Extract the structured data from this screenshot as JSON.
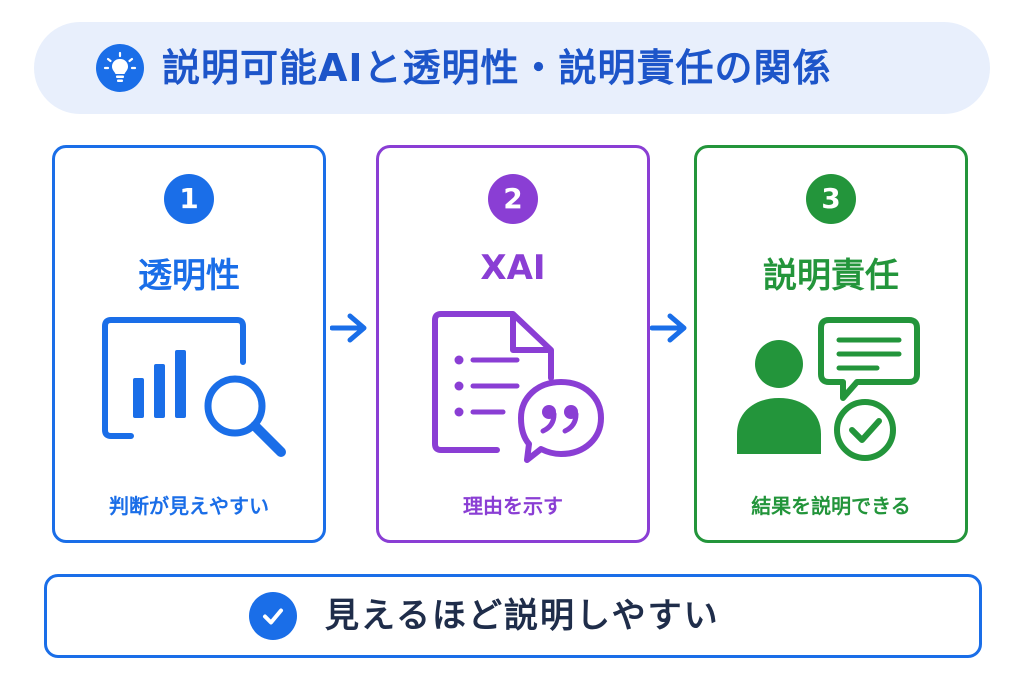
{
  "header": {
    "title": "説明可能AIと透明性・説明責任の関係",
    "icon": "lightbulb-icon"
  },
  "colors": {
    "blue": "#1a6ee8",
    "purple": "#8a3ed4",
    "green": "#23953b",
    "header_bg": "#e8effc",
    "text_dark": "#1f2d4a"
  },
  "steps": [
    {
      "number": "1",
      "title": "透明性",
      "caption": "判断が見えやすい",
      "icon": "chart-magnifier-icon"
    },
    {
      "number": "2",
      "title": "XAI",
      "caption": "理由を示す",
      "icon": "document-quote-icon"
    },
    {
      "number": "3",
      "title": "説明責任",
      "caption": "結果を説明できる",
      "icon": "person-speech-check-icon"
    }
  ],
  "footer": {
    "text": "見えるほど説明しやすい",
    "icon": "check-circle-icon"
  }
}
